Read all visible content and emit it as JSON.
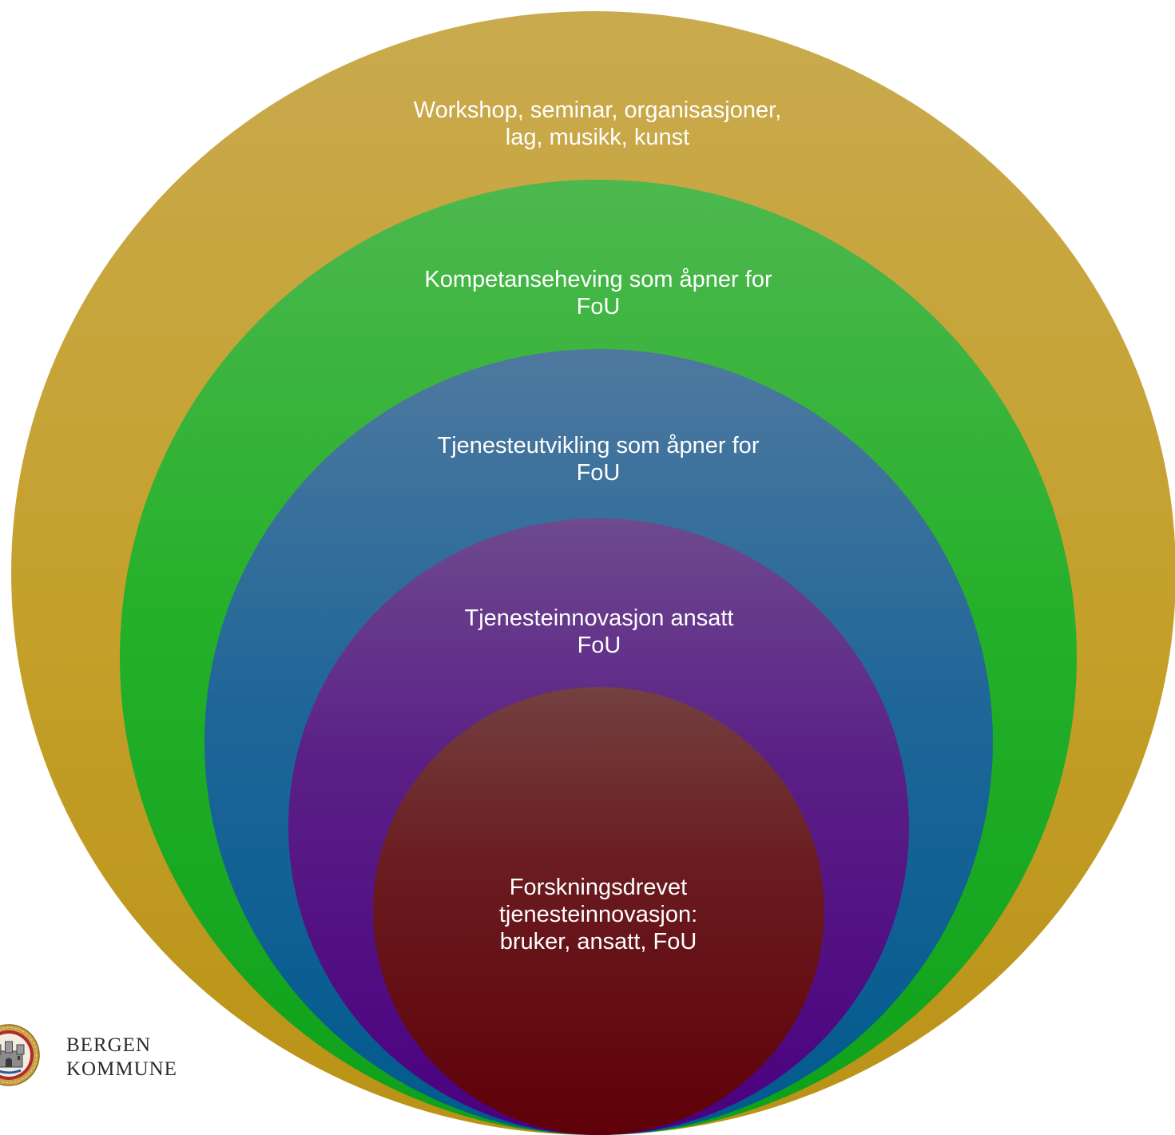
{
  "diagram": {
    "circles": [
      {
        "id": "outer",
        "lines": [
          "Workshop, seminar, organisasjoner,",
          "lag, musikk, kunst"
        ],
        "color": "#c4a02a"
      },
      {
        "id": "second",
        "lines": [
          "Kompetanseheving som åpner for",
          "FoU"
        ],
        "color": "#25b02a"
      },
      {
        "id": "third",
        "lines": [
          "Tjenesteutvikling som åpner for",
          "FoU"
        ],
        "color": "#1f6698"
      },
      {
        "id": "fourth",
        "lines": [
          "Tjenesteinnovasjon ansatt",
          "FoU"
        ],
        "color": "#5a1f86"
      },
      {
        "id": "inner",
        "lines": [
          "Forskningsdrevet",
          "tjenesteinnovasjon:",
          "bruker, ansatt, FoU"
        ],
        "color": "#6a1c20"
      }
    ]
  },
  "logo": {
    "line1": "BERGEN",
    "line2": "KOMMUNE",
    "icon": "bergen-coat-of-arms-seal"
  }
}
